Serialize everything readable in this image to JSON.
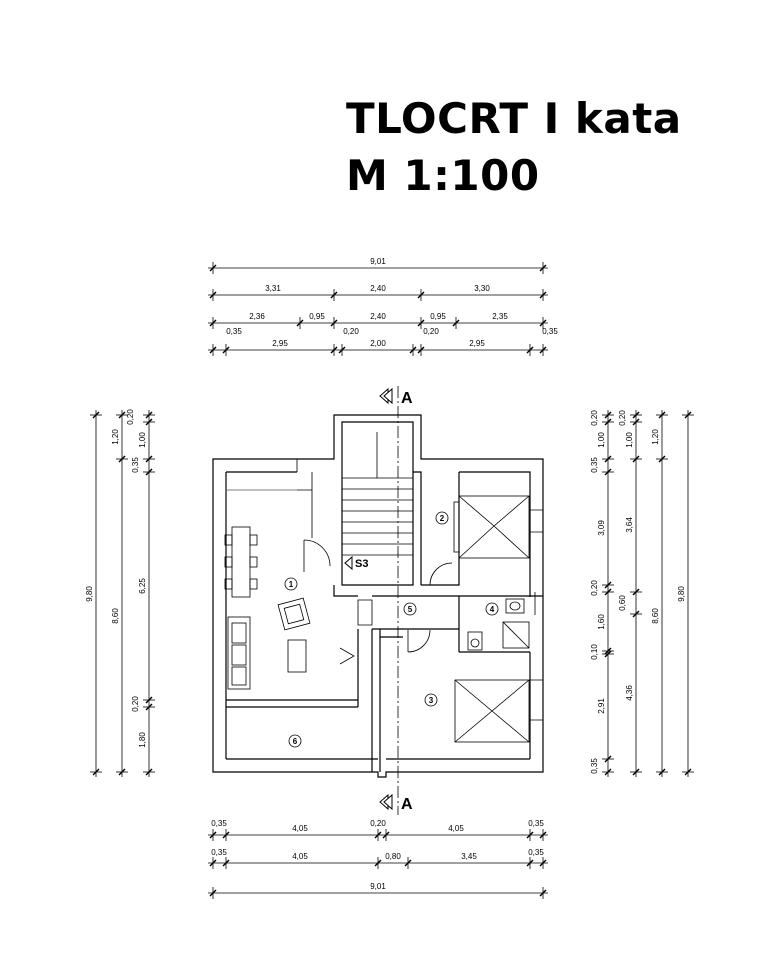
{
  "title": {
    "line1": "TLOCRT I kata",
    "line2": "M 1:100"
  },
  "top_dims": {
    "row1": [
      "9,01"
    ],
    "row2": [
      "3,31",
      "2,40",
      "3,30"
    ],
    "row3": [
      "2,36",
      "0,95",
      "2,40",
      "0,95",
      "2,35"
    ],
    "row4": [
      "0,35",
      "2,95",
      "0,20",
      "2,00",
      "0,20",
      "2,95",
      "0,35"
    ]
  },
  "bottom_dims": {
    "row1": [
      "0,35",
      "4,05",
      "0,20",
      "4,05",
      "0,35"
    ],
    "row2": [
      "0,35",
      "4,05",
      "0,80",
      "3,45",
      "0,35"
    ],
    "row3": [
      "9,01"
    ]
  },
  "left_dims": {
    "col1": [
      "9,80"
    ],
    "col2": [
      "1,20",
      "8,60"
    ],
    "col3": [
      "0,20",
      "1,00",
      "0,35",
      "6,25",
      "0,20",
      "1,80"
    ]
  },
  "right_dims": {
    "col1": [
      "0,20",
      "1,00",
      "0,35",
      "3,09",
      "0,20",
      "1,60",
      "0,10",
      "2,91",
      "0,35"
    ],
    "col2": [
      "0,20",
      "1,00",
      "3,64",
      "0,60",
      "4,36"
    ],
    "col3": [
      "1,20",
      "8,60"
    ],
    "col4": [
      "9,80"
    ]
  },
  "section_marks": {
    "top": "A",
    "bottom": "A"
  },
  "stair_label": "S3",
  "rooms": [
    "1",
    "2",
    "3",
    "4",
    "5",
    "6"
  ]
}
